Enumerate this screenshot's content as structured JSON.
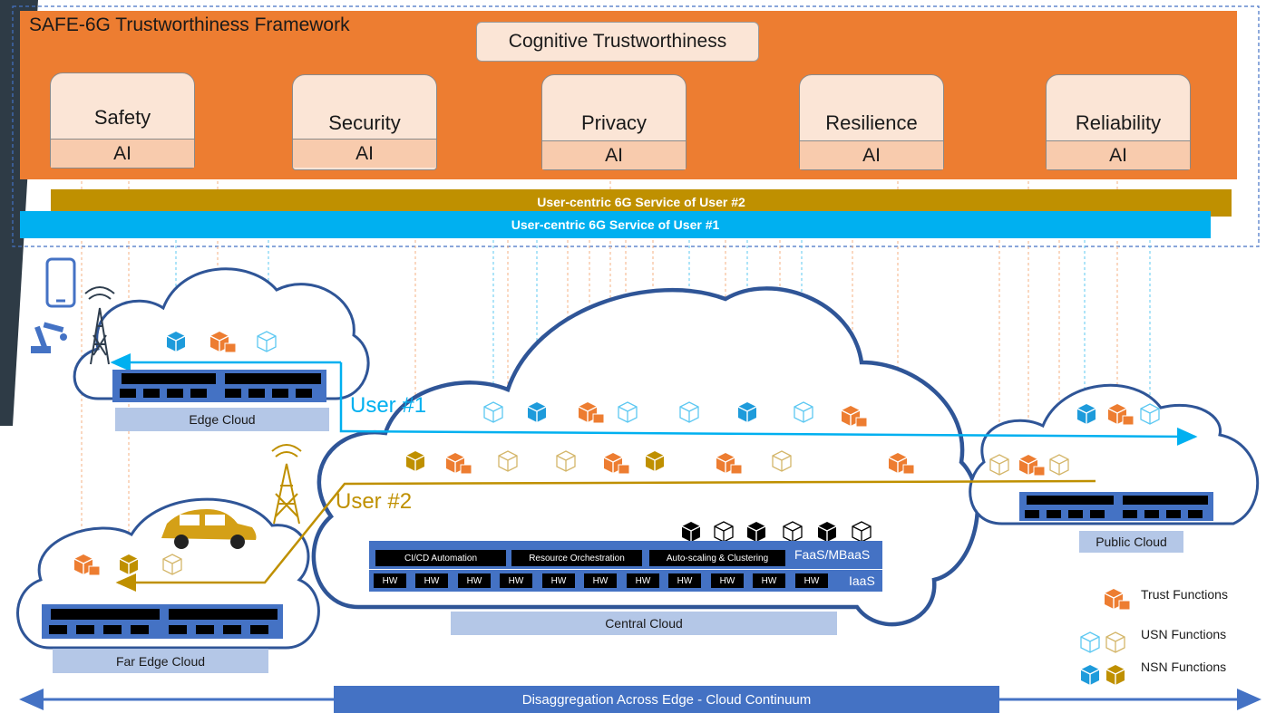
{
  "framework": {
    "title": "SAFE-6G Trustworthiness Framework",
    "cognitive": "Cognitive Trustworthiness",
    "pillars": [
      {
        "label": "Safety",
        "ai": "AI"
      },
      {
        "label": "Security",
        "ai": "AI"
      },
      {
        "label": "Privacy",
        "ai": "AI"
      },
      {
        "label": "Resilience",
        "ai": "AI"
      },
      {
        "label": "Reliability",
        "ai": "AI"
      }
    ]
  },
  "services": {
    "user2": "User-centric 6G Service of User #2",
    "user1": "User-centric 6G Service of User #1"
  },
  "clouds": {
    "edge": "Edge Cloud",
    "far_edge": "Far Edge Cloud",
    "central": "Central Cloud",
    "public": "Public Cloud"
  },
  "users": {
    "user1": "User #1",
    "user2": "User #2"
  },
  "central_stack": {
    "faas_items": [
      "CI/CD Automation",
      "Resource Orchestration",
      "Auto-scaling & Clustering"
    ],
    "faas_label": "FaaS/MBaaS",
    "hw_items": [
      "HW",
      "HW",
      "HW",
      "HW",
      "HW",
      "HW",
      "HW",
      "HW",
      "HW",
      "HW",
      "HW"
    ],
    "iaas_label": "IaaS"
  },
  "legend": {
    "trust": "Trust Functions",
    "usn": "USN Functions",
    "nsn": "NSN Functions"
  },
  "continuum": "Disaggregation Across Edge - Cloud Continuum",
  "colors": {
    "framework": "#ED7D31",
    "pillar": "#FBE5D6",
    "ai": "#F8CBAD",
    "user1": "#00B0F0",
    "user2": "#BF9000",
    "cloud_outline": "#2F5597",
    "rack": "#4472C4",
    "label_bg": "#B4C7E7"
  }
}
